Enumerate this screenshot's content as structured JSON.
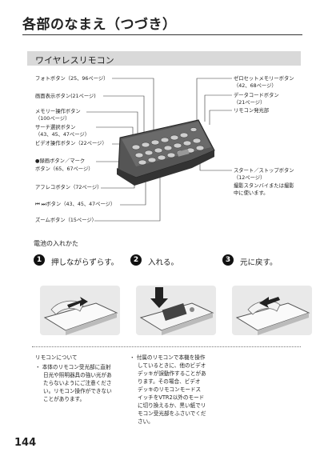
{
  "page": {
    "title": "各部のなまえ（つづき）",
    "number": "144"
  },
  "section": {
    "title": "ワイヤレスリモコン"
  },
  "left_labels": [
    "フォトボタン（25、96ページ）",
    "画面表示ボタン(21ページ)",
    "メモリー操作ボタン",
    "（100ページ）",
    "サーチ選択ボタン",
    "（43、45、47ページ）",
    "ビデオ操作ボタン（22ページ）",
    "●録画ボタン／マーク",
    "ボタン（65、67ページ）",
    "アフレコボタン（72ページ）",
    "⏮ ⏭ボタン（43、45、47ページ）",
    "ズームボタン（15ページ）"
  ],
  "right_labels": [
    "ゼロセットメモリーボタン",
    "（42、68ページ）",
    "データコードボタン",
    "（21ページ）",
    "リモコン発光部",
    "スタート／ストップボタン",
    "（12ページ）",
    "撮影スタンバイまたは撮影",
    "中に使います。"
  ],
  "battery": {
    "title": "電池の入れかた",
    "steps": [
      {
        "num": "1",
        "text": "押しながらずらす。"
      },
      {
        "num": "2",
        "text": "入れる。"
      },
      {
        "num": "3",
        "text": "元に戻す。"
      }
    ]
  },
  "notes": {
    "left_heading": "リモコンについて",
    "left_lines": [
      "・ 本体のリモコン受光部に直射",
      "日光や照明器具の強い光があ",
      "たらないようにご注意くださ",
      "い。リモコン操作ができない",
      "ことがあります。"
    ],
    "right_lines": [
      "・ 付属のリモコンで本機を操作",
      "しているときに、他のビデオ",
      "デッキが誤動作することがあ",
      "ります。その場合、ビデオ",
      "デッキのリモコンモードス",
      "イッチをVTR2以外のモード",
      "に切り換えるか、黒い紙でリ",
      "モコン受光部をふさいでくだ",
      "さい。"
    ]
  }
}
